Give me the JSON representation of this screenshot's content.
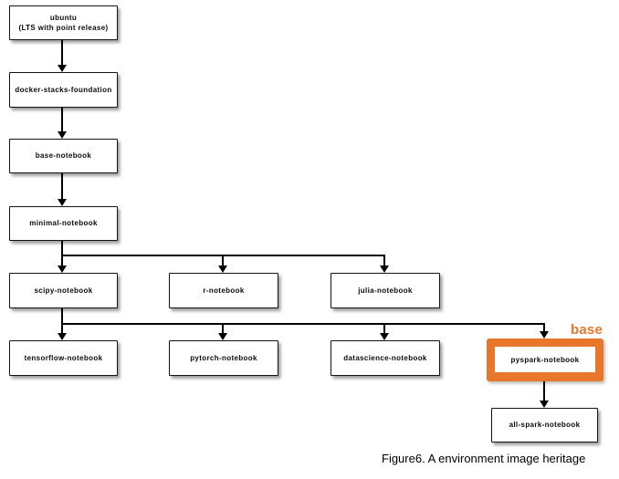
{
  "diagram": {
    "nodes": {
      "ubuntu": {
        "line1": "ubuntu",
        "line2": "(LTS with point release)"
      },
      "foundation": {
        "label": "docker-stacks-foundation"
      },
      "base_notebook": {
        "label": "base-notebook"
      },
      "minimal_notebook": {
        "label": "minimal-notebook"
      },
      "scipy_notebook": {
        "label": "scipy-notebook"
      },
      "r_notebook": {
        "label": "r-notebook"
      },
      "julia_notebook": {
        "label": "julia-notebook"
      },
      "tensorflow_notebook": {
        "label": "tensorflow-notebook"
      },
      "pytorch_notebook": {
        "label": "pytorch-notebook"
      },
      "datascience_notebook": {
        "label": "datascience-notebook"
      },
      "pyspark_notebook": {
        "label": "pyspark-notebook"
      },
      "all_spark_notebook": {
        "label": "all-spark-notebook"
      }
    },
    "highlight": {
      "label": "base",
      "color": "#E8772C"
    },
    "caption": "Figure6. A environment image heritage",
    "colors": {
      "line": "#000000",
      "box_border": "#141414",
      "background": "#ffffff"
    }
  }
}
